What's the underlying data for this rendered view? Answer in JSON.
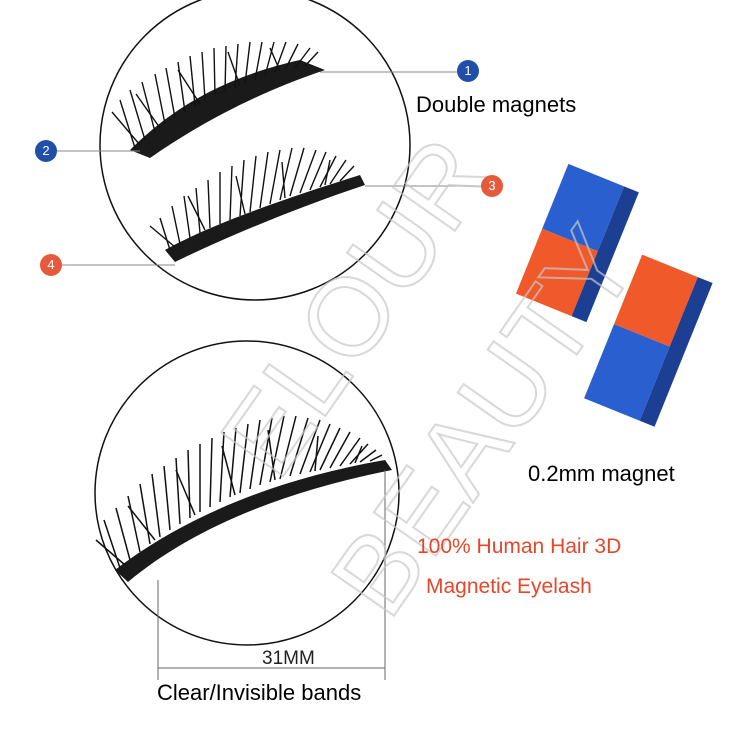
{
  "labels": {
    "double_magnets": "Double magnets",
    "magnet_thickness": "0.2mm magnet",
    "band_length": "31MM",
    "clear_bands": "Clear/Invisible bands",
    "promo_line1": "100% Human Hair 3D",
    "promo_line2": "Magnetic Eyelash"
  },
  "badges": [
    "1",
    "2",
    "3",
    "4"
  ],
  "watermark": "ELOUR BEAUTY",
  "colors": {
    "badge_blue": "#1f4fa8",
    "badge_red": "#e65a3c",
    "promo_text": "#e4472a",
    "magnet_blue": "#2a5fcf",
    "magnet_orange": "#f05a2a"
  }
}
